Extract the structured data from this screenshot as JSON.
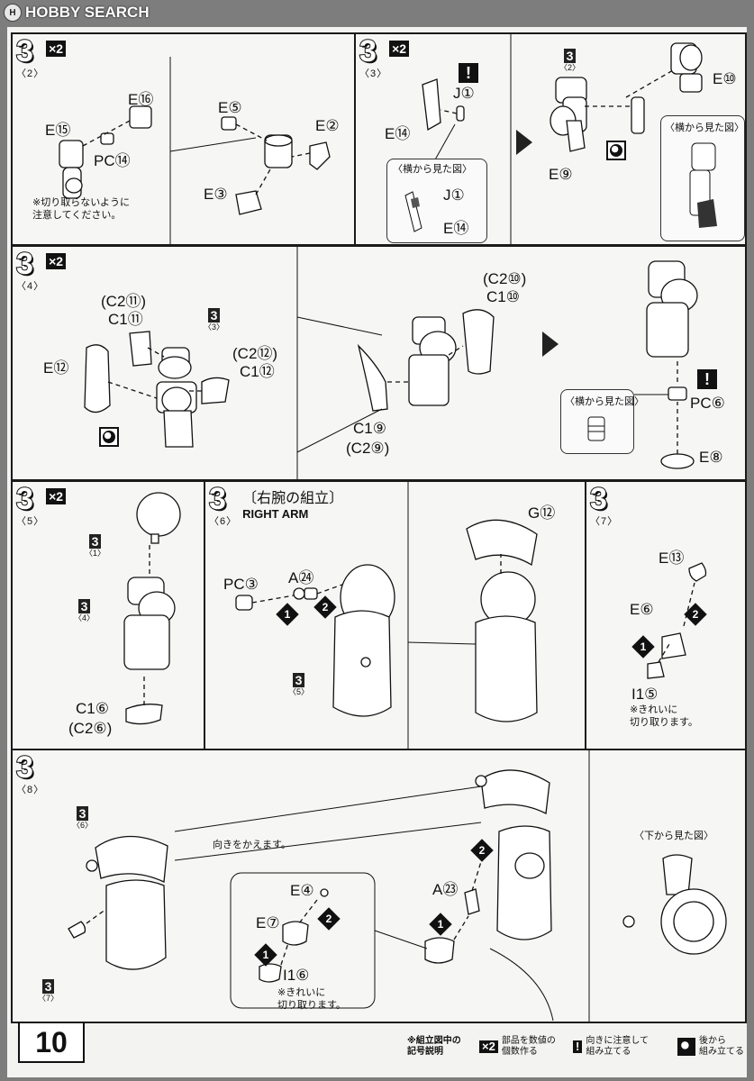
{
  "header": {
    "logo_text": "HOBBY SEARCH"
  },
  "page_number": "10",
  "steps": {
    "s2": {
      "num": "3",
      "sub": "〈2〉",
      "mult": "×2"
    },
    "s3": {
      "num": "3",
      "sub": "〈3〉",
      "mult": "×2"
    },
    "s4": {
      "num": "3",
      "sub": "〈4〉",
      "mult": "×2"
    },
    "s5": {
      "num": "3",
      "sub": "〈5〉",
      "mult": "×2"
    },
    "s6": {
      "num": "3",
      "sub": "〈6〉",
      "title": "〔右腕の組立〕",
      "title_en": "RIGHT ARM"
    },
    "s7": {
      "num": "3",
      "sub": "〈7〉"
    },
    "s8": {
      "num": "3",
      "sub": "〈8〉"
    }
  },
  "labels": {
    "p1": {
      "e16": "E⑯",
      "e15": "E⑮",
      "pc14": "PC⑭",
      "e5": "E⑤",
      "e2": "E②",
      "e3": "E③",
      "note": "※切り取らないように\n注意してください。"
    },
    "p2": {
      "j1": "J①",
      "e14": "E⑭",
      "callout_title": "〈横から見た図〉",
      "j1b": "J①",
      "e14b": "E⑭",
      "ref": "3",
      "ref_sub": "〈2〉",
      "e10": "E⑩",
      "e9": "E⑨",
      "side_view": "〈横から見た図〉"
    },
    "p3": {
      "c2_11": "(C2⑪)",
      "c1_11": "C1⑪",
      "ref": "3",
      "ref_sub": "〈3〉",
      "c2_12": "(C2⑫)",
      "c1_12": "C1⑫",
      "e12": "E⑫",
      "c2_10": "(C2⑩)",
      "c1_10": "C1⑩",
      "c1_9": "C1⑨",
      "c2_9": "(C2⑨)",
      "side_view": "〈横から見た図〉",
      "pc6": "PC⑥",
      "e8": "E⑧"
    },
    "p4": {
      "ref1": "3",
      "ref1_sub": "〈1〉",
      "ref4": "3",
      "ref4_sub": "〈4〉",
      "c1_6": "C1⑥",
      "c2_6": "(C2⑥)"
    },
    "p5": {
      "pc3": "PC③",
      "a24": "A㉔",
      "ref5": "3",
      "ref5_sub": "〈5〉",
      "g12": "G⑫"
    },
    "p6": {
      "e13": "E⑬",
      "e6": "E⑥",
      "i15": "I1⑤",
      "note": "※きれいに\n切り取ります。"
    },
    "p7": {
      "ref6": "3",
      "ref6_sub": "〈6〉",
      "ref7": "3",
      "ref7_sub": "〈7〉",
      "turn": "向きをかえます。",
      "e4": "E④",
      "e7": "E⑦",
      "i16": "I1⑥",
      "note": "※きれいに\n切り取ります。",
      "a23": "A㉓",
      "bottom_view": "〈下から見た図〉"
    }
  },
  "order": {
    "one": "1",
    "two": "2"
  },
  "warn_mark": "!",
  "legend": {
    "title": "※組立図中の\n記号説明",
    "x2_icon": "×2",
    "x2_text": "部品を数値の\n個数作る",
    "warn_icon": "!",
    "warn_text": "向きに注意して\n組み立てる",
    "after_text": "後から\n組み立てる"
  }
}
